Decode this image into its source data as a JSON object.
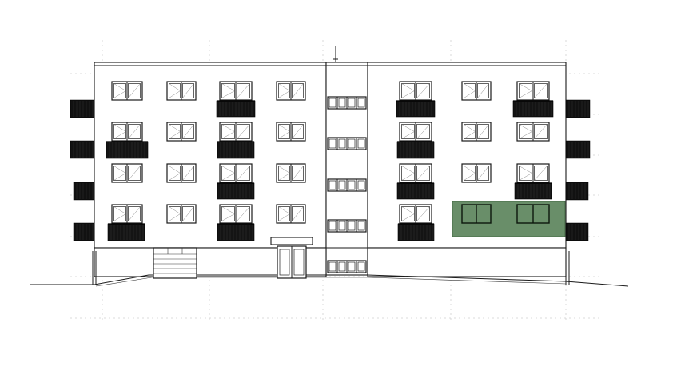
{
  "drawing": {
    "type": "building-elevation",
    "floors": 4,
    "stair_core": "central",
    "highlight": {
      "floor": 1,
      "bay": "right-end",
      "color": "#4f7a4f"
    },
    "colors": {
      "line": "#1a1a1a",
      "balcony_rail": "#141414",
      "grid": "#cfcfcf",
      "highlight": "#4f7a4f"
    }
  }
}
